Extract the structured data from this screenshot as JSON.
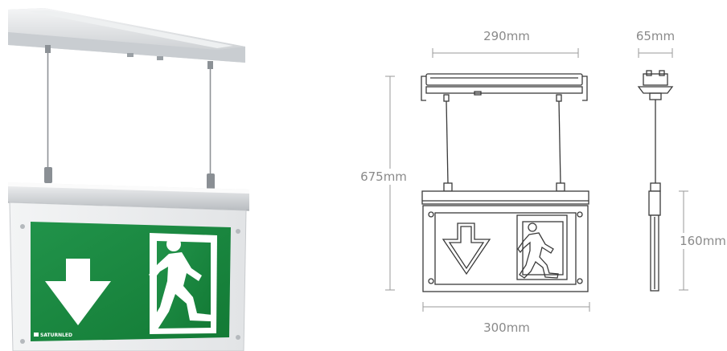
{
  "product": {
    "brand": "SATURNLED",
    "sign_color": "#1f8a3a",
    "housing_color": "#e4e6e8"
  },
  "dimensions": {
    "width_top": "290mm",
    "depth": "65mm",
    "height": "675mm",
    "width_bottom": "300mm",
    "panel_height": "160mm"
  },
  "icons": [
    "arrow-down-icon",
    "running-man-icon",
    "exit-door-icon"
  ]
}
